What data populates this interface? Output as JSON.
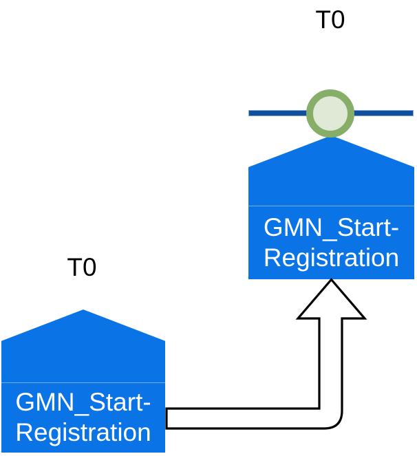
{
  "diagram": {
    "type": "process-flow-diagram",
    "background": "#ffffff",
    "colors": {
      "node_fill_blue": "#0a73e6",
      "node_divider": "rgba(255,255,255,0.45)",
      "node_label_text": "#ffffff",
      "timeline_bar_blue": "#0f4f9e",
      "timeline_bar_edge": "#86a9d3",
      "milestone_ring_green": "#86ae69",
      "milestone_fill_green": "#dfe9d6",
      "arrow_fill": "#ffffff",
      "arrow_stroke": "#000000",
      "time_label_text": "#000000"
    },
    "nodes": {
      "target": {
        "time_label": "T0",
        "label_line1": "GMN_Start-",
        "label_line2": "Registration",
        "full_label": "GMN_Start-Registration"
      },
      "source": {
        "time_label": "T0",
        "label_line1": "GMN_Start-",
        "label_line2": "Registration",
        "full_label": "GMN_Start-Registration"
      }
    },
    "connector": {
      "from": "source",
      "to": "target",
      "style": "elbow-block-arrow-outline",
      "direction": "right-then-up"
    }
  }
}
